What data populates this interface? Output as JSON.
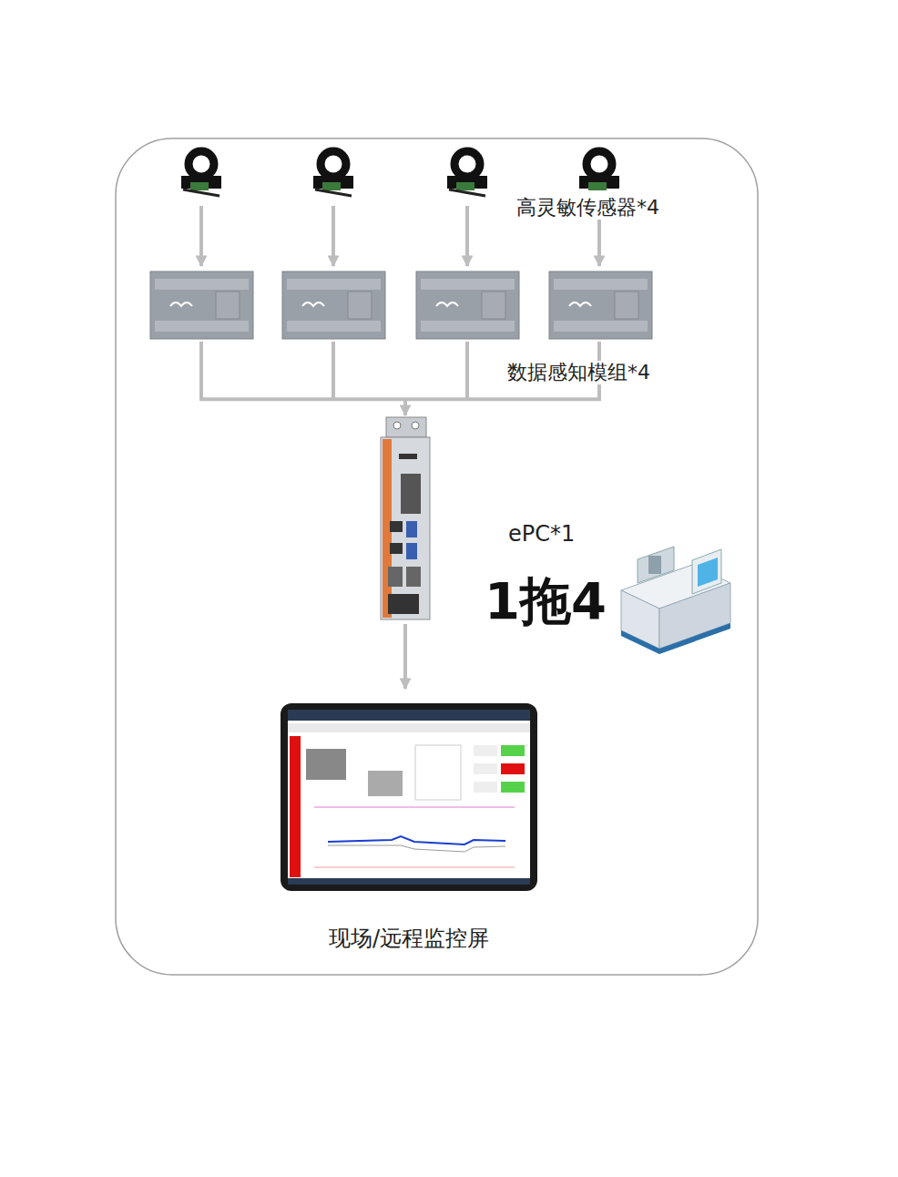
{
  "diagram": {
    "nodes": [
      {
        "text": [
          "高灵敏传感器*4"
        ]
      },
      {
        "text": [
          "数据感知模组*4"
        ]
      },
      {
        "text": [
          "ePC*1"
        ]
      },
      {
        "text": [
          "现场/远程监控屏"
        ]
      }
    ],
    "edges": [
      {
        "from": 0,
        "to": 1,
        "arrow": "to"
      },
      {
        "from": 1,
        "to": 2,
        "arrow": "to"
      },
      {
        "from": 2,
        "to": 3,
        "arrow": "to"
      }
    ],
    "labels": [
      "1拖4"
    ]
  }
}
